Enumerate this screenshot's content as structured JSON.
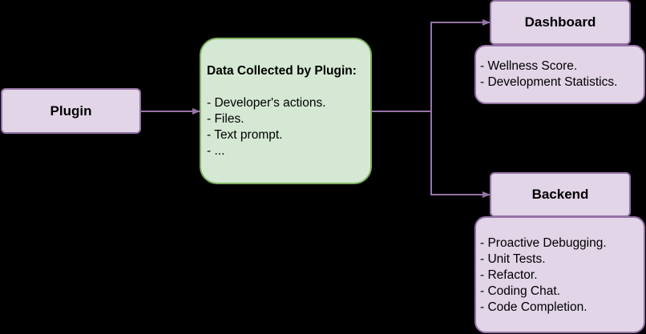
{
  "nodes": {
    "plugin": {
      "label": "Plugin"
    },
    "data_collected": {
      "heading": "Data Collected by Plugin:",
      "items": [
        "- Developer's actions.",
        "- Files.",
        "- Text prompt.",
        "- ..."
      ]
    },
    "dashboard": {
      "label": "Dashboard",
      "items": [
        "- Wellness Score.",
        "- Development Statistics."
      ]
    },
    "backend": {
      "label": "Backend",
      "items": [
        "- Proactive Debugging.",
        "- Unit Tests.",
        "- Refactor.",
        "- Coding Chat.",
        "- Code Completion."
      ]
    }
  },
  "colors": {
    "background": "#000000",
    "purple_fill": "#e1d5e7",
    "purple_stroke": "#9673a6",
    "green_fill": "#d5e8d4",
    "green_stroke": "#82b366"
  }
}
